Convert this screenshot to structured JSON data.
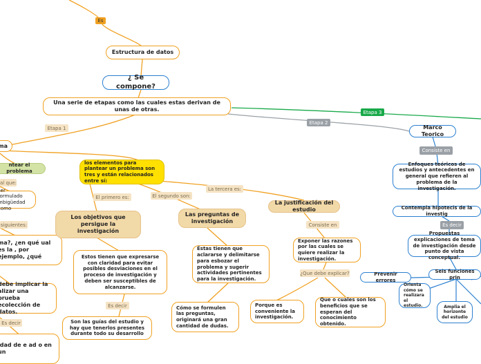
{
  "colors": {
    "orange": "#f0a020",
    "green": "#19a94a",
    "gray": "#9aa0a6",
    "blue": "#2a7fd0",
    "yellow": "#ffe000",
    "tan": "#f2d9a8"
  },
  "tags": {
    "es": "Es",
    "etapa1": "Etapa 1",
    "etapa2": "Etapa 2",
    "etapa3": "Etapa 3",
    "consiste_en_marco": "Consiste en",
    "es_decir_marco": "Es decir",
    "el_primero": "El primero es:",
    "el_segundo": "El segundo son:",
    "la_tercera": "La tercera es:",
    "consiste_en_just": "Consiste en",
    "que_debe_explicar": "¿Que debe explicar?",
    "es_decir_obj": "Es decir",
    "left_que": "al que:",
    "left_siguientes": "siguientes:",
    "left_es_decir": "Es decir"
  },
  "nodes": {
    "estructura": "Estructura de datos",
    "se_compone": "¿ Se compone?",
    "serie_etapas": "Una serie de etapas como las cuales estas derivan de unas de otras.",
    "marco_teorico": "Marco Teorico",
    "enfoques": "Enfoques teóricos de estudios y antecedentes en general que refieren al problema de la investigación.",
    "hipotesis": "Contempla hipotecis de la investig",
    "propuestas": "Propuestas explicaciones de tema de investigación desde punto de vista conceptual.",
    "seis_funciones": "Seis funciones prin",
    "prevenir": "Prevenir errores",
    "orienta": "Orienta cómo se realizara el estudio.",
    "amplia": "Amplia el horizonte del estudio",
    "problema": "ema",
    "plantear_problema": "ntear el problema",
    "left_formulado": "ser formulado mbigüedad como",
    "left_pregunta": "ma?, ¿en qué ual es la , por ejemplo, ¿qué",
    "left_implicar": "debe implicar la alizar una prueba ecolección de datos.",
    "left_bottom": "idad de e ad o en un",
    "elementos": "los elementos para plantear un problema son tres y están relacionados entre sí:",
    "objetivos": "Los objetivos que persigue la investigación",
    "tienen_expresarse": "Estos tienen que expresarse con claridad para evitar posibles desviaciones en el proceso de investigación y deben ser susceptibles de alcanzarse.",
    "guias": "Son las guías del estudio y hay que tenerlos presentes durante todo su  desarrollo",
    "preguntas": "Las preguntas de investigación",
    "preguntas_desc": "Éstas tienen que aclararse y delimitarse para esbozar el problema y sugerir actividades pertinentes para la investigación.",
    "como_formulen": "Cómo se formulen las preguntas, originará una gran cantidad de dudas.",
    "justificacion": "La justificación del estudio",
    "exponer": "Exponer las razones por las cuales se quiere realizar la investigación.",
    "porque": "Porque es conveniente la investigación.",
    "beneficios": "Que o cuales son los beneficios que se esperan del conocimiento obtenido."
  }
}
